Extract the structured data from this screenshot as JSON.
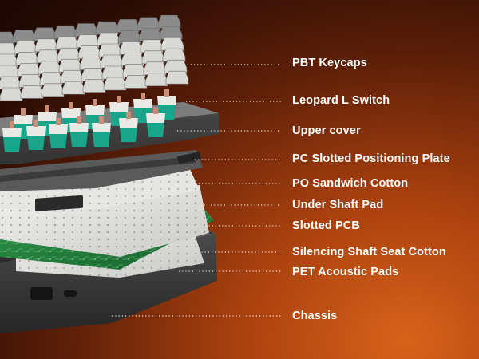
{
  "colors": {
    "background_dark": "#1c0703",
    "background_accent": "#d8621a",
    "label_text": "#ffffff",
    "leader_line": "#e9d9cf",
    "pcb_green": "#1f7a3a",
    "switch_teal": "#18a58a",
    "keycap_light": "#d8d8d4",
    "keycap_gray": "#8c8c8c",
    "chassis": "#3a3a3a"
  },
  "callouts": [
    {
      "id": "pbt-keycaps",
      "label": "PBT Keycaps"
    },
    {
      "id": "leopard-l-switch",
      "label": "Leopard L Switch"
    },
    {
      "id": "upper-cover",
      "label": "Upper cover"
    },
    {
      "id": "pc-slotted-positioning-plate",
      "label": "PC Slotted Positioning Plate"
    },
    {
      "id": "po-sandwich-cotton",
      "label": "PO Sandwich Cotton"
    },
    {
      "id": "under-shaft-pad",
      "label": "Under Shaft Pad"
    },
    {
      "id": "slotted-pcb",
      "label": "Slotted PCB"
    },
    {
      "id": "silencing-shaft-seat-cotton",
      "label": "Silencing Shaft Seat Cotton"
    },
    {
      "id": "pet-acoustic-pads",
      "label": "PET Acoustic Pads"
    },
    {
      "id": "chassis",
      "label": "Chassis"
    }
  ]
}
